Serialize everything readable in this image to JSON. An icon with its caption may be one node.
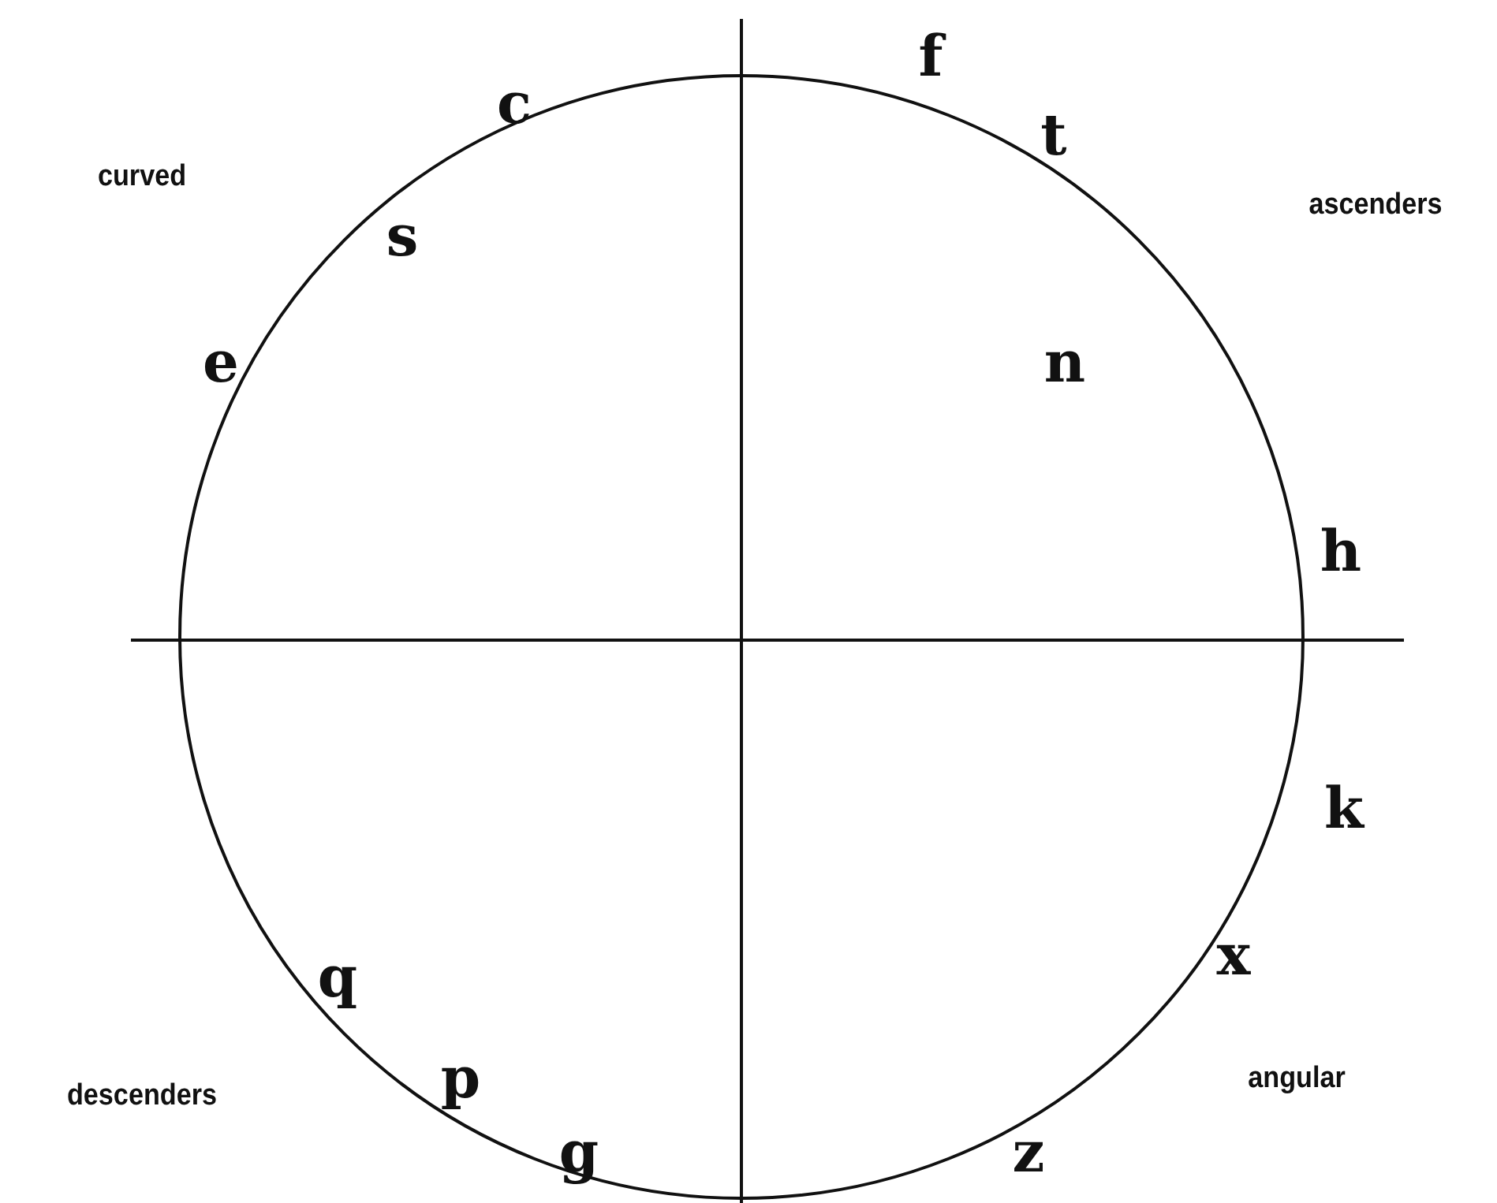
{
  "diagram": {
    "labels": [
      "f",
      "t",
      "c",
      "curved",
      "ascenders",
      "s",
      "e",
      "n",
      "h",
      "k",
      "x",
      "q",
      "angular",
      "descenders",
      "p",
      "z",
      "g"
    ]
  }
}
